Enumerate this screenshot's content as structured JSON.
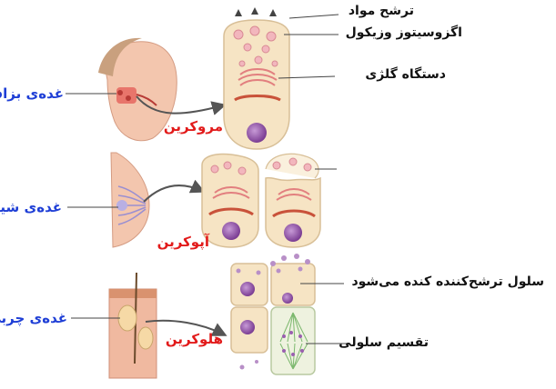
{
  "glands": {
    "salivary": "غده‌ی بزاقی",
    "mammary": "غده‌ی شیری",
    "sebaceous": "غده‌ی چربی"
  },
  "mechanisms": {
    "merocrine": "مروکرین",
    "apocrine": "آپوکرین",
    "holocrine": "هلوکرین"
  },
  "annotations": {
    "secretion": "ترشح مواد",
    "exocytosis": "اگزوسیتوز وزیکول",
    "golgi": "دستگاه گلژی",
    "secretory_cell": "سلول ترشح‌کننده کنده می‌شود",
    "cell_division": "تقسیم سلولی"
  },
  "colors": {
    "gland_label": "#1f3fd6",
    "mechanism_label": "#e21b1b",
    "cell_fill": "#f6e4c4",
    "nucleus": "#8e4ea6",
    "skin": "#f0b9a0"
  }
}
